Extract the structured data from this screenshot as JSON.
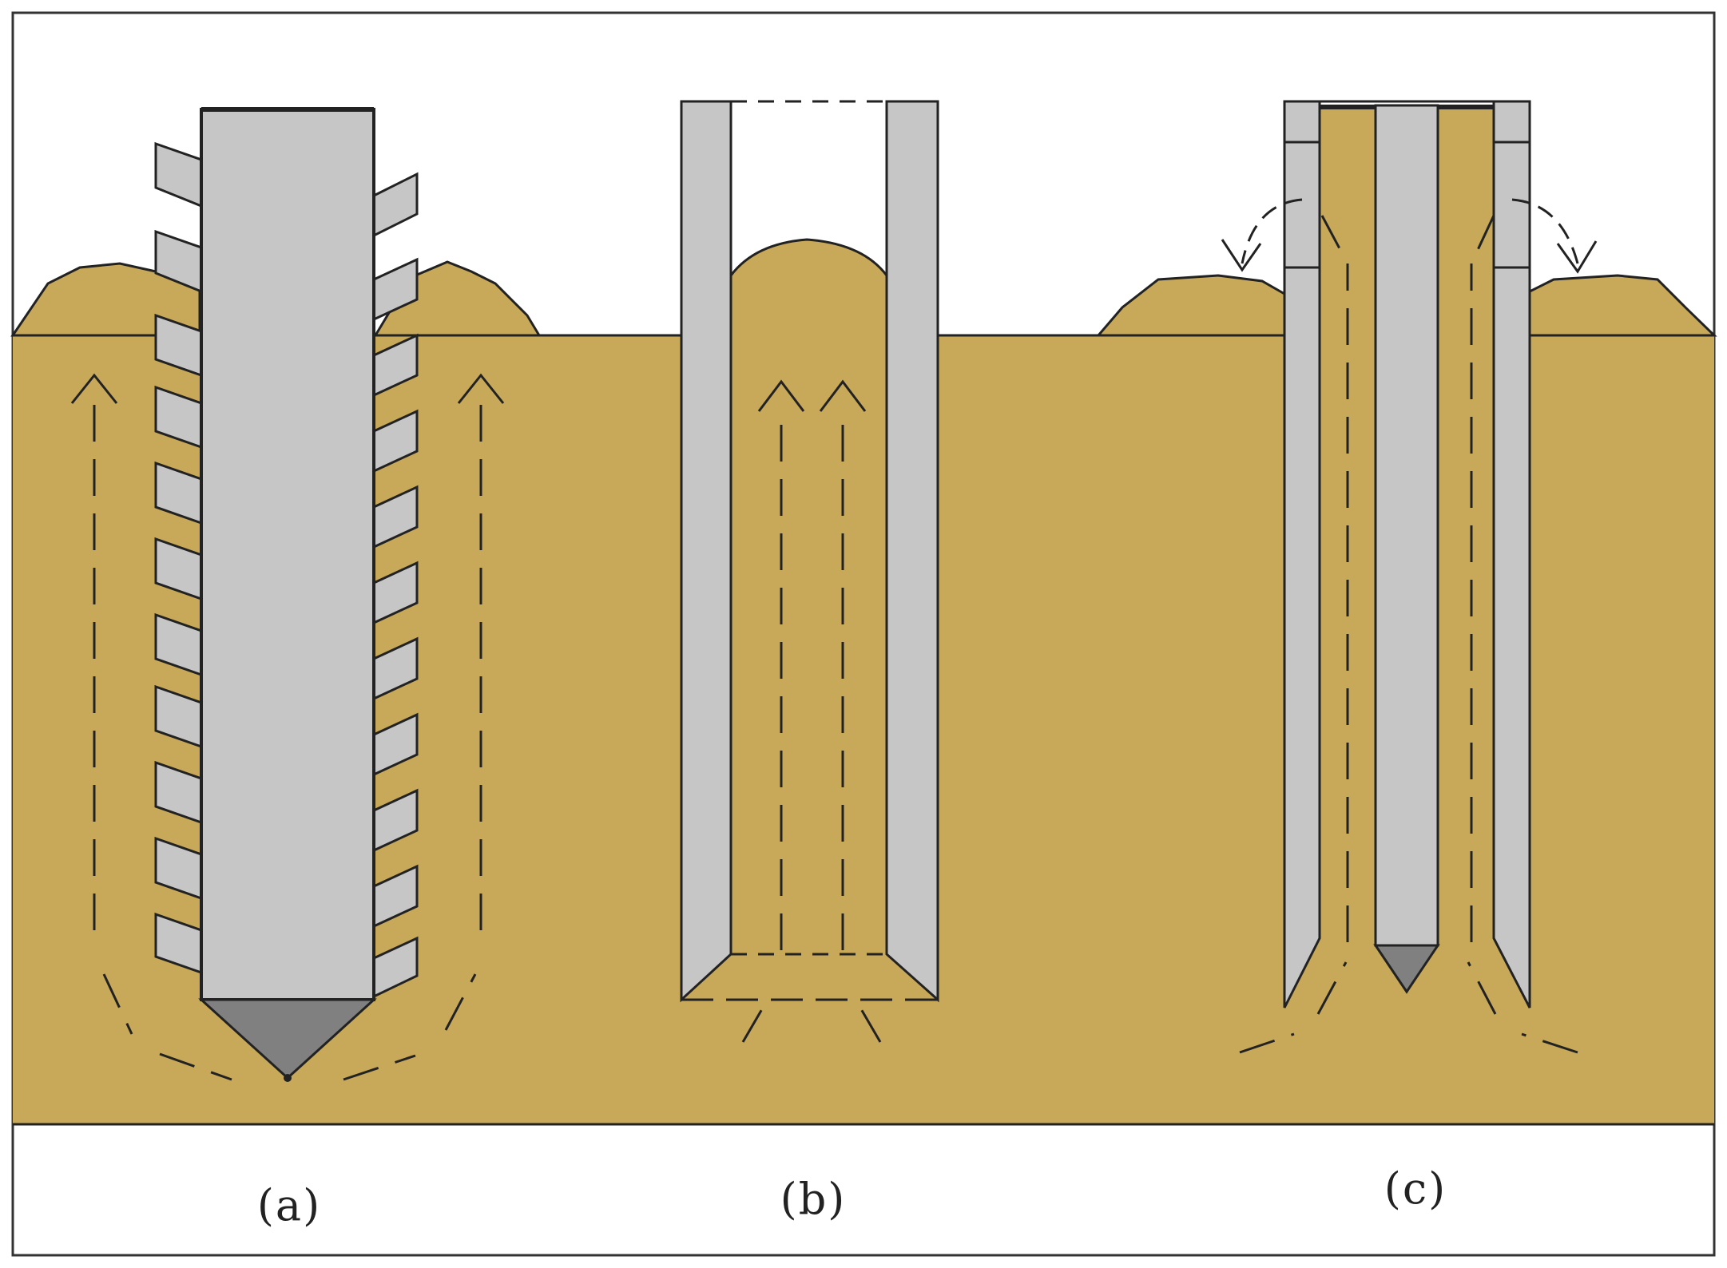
{
  "captions": {
    "a": "(a)",
    "b": "(b)",
    "c": "(c)"
  },
  "colors": {
    "soil": "#C8A95A",
    "pile": "#C6C6C6",
    "tip": "#808080",
    "line": "#222222",
    "background": "#FFFFFF"
  }
}
